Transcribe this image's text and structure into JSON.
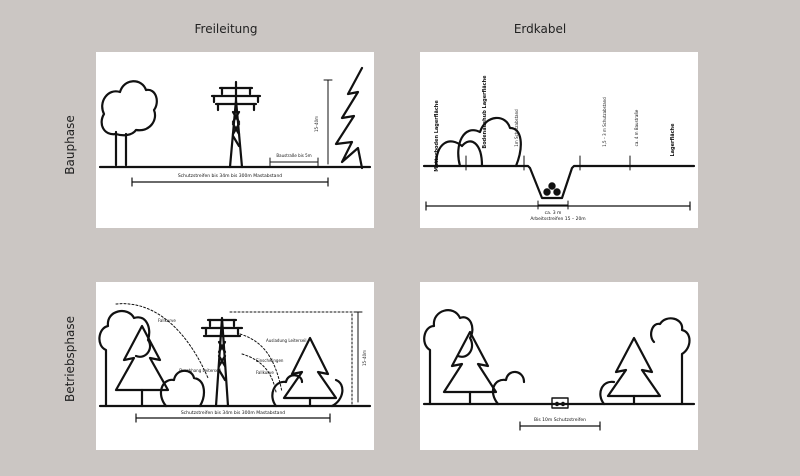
{
  "columns": {
    "left": "Freileitung",
    "right": "Erdkabel"
  },
  "rows": {
    "top": "Bauphase",
    "bottom": "Betriebsphase"
  },
  "panels": {
    "fl_bau": {
      "strip_label": "Schutzstreifen bis 34m bis 300m Mastabstand",
      "road_label": "Baustraße bis 5m",
      "height_label": "15–40m"
    },
    "ek_bau": {
      "labels": [
        "Mutterboden Lagerfläche",
        "Bodenaushub Lagerfläche",
        "1m Schutzabstand",
        "1,5 – 3 m Schutzabstand",
        "ca. 4 m Baustraße",
        "Lagerfläche"
      ],
      "trench_label": "ca. 3 m",
      "strip_label": "Arbeitsstreifen 15 – 20m"
    },
    "fl_betrieb": {
      "labels": [
        "Fallkurve",
        "Durchhang Leiterseil",
        "Ausladung Leiterseil",
        "Einschwingen",
        "Fallkurve"
      ],
      "strip_label": "Schutzstreifen bis 34m bis 300m Mastabstand",
      "height_label": "15–40m"
    },
    "ek_betrieb": {
      "strip_label": "Bis 10m Schutzstreifen"
    }
  }
}
